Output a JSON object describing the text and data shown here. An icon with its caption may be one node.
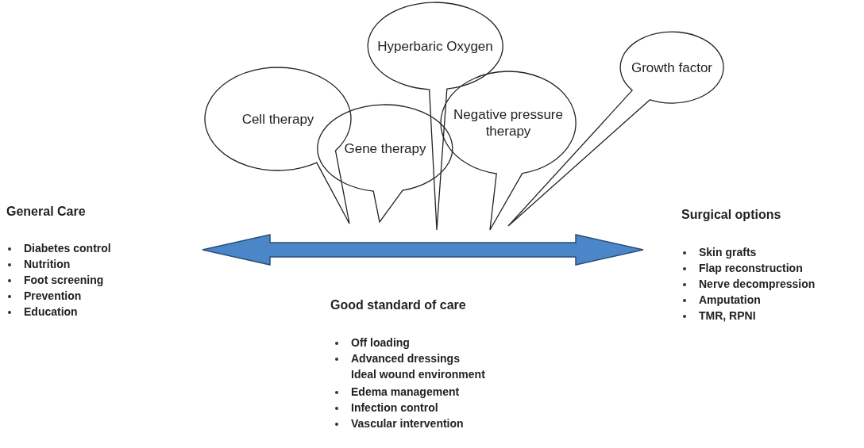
{
  "diagram": {
    "nodes": [
      {
        "text": [
          "Cell therapy"
        ]
      },
      {
        "text": [
          "Gene therapy"
        ]
      },
      {
        "text": [
          "Hyperbaric Oxygen"
        ]
      },
      {
        "text": [
          "Negative pressure therapy"
        ]
      },
      {
        "text": [
          "Growth factor"
        ]
      }
    ],
    "labels": [
      "General Care",
      "Diabetes control",
      "Nutrition",
      "Foot screening",
      "Prevention",
      "Education",
      "Surgical options",
      "Skin grafts",
      "Flap reconstruction",
      "Nerve decompression",
      "Amputation",
      "TMR, RPNI",
      "Good standard of care",
      "Off loading",
      "Advanced dressings",
      "Ideal wound environment",
      "Edema management",
      "Infection control",
      "Vascular intervention"
    ]
  }
}
